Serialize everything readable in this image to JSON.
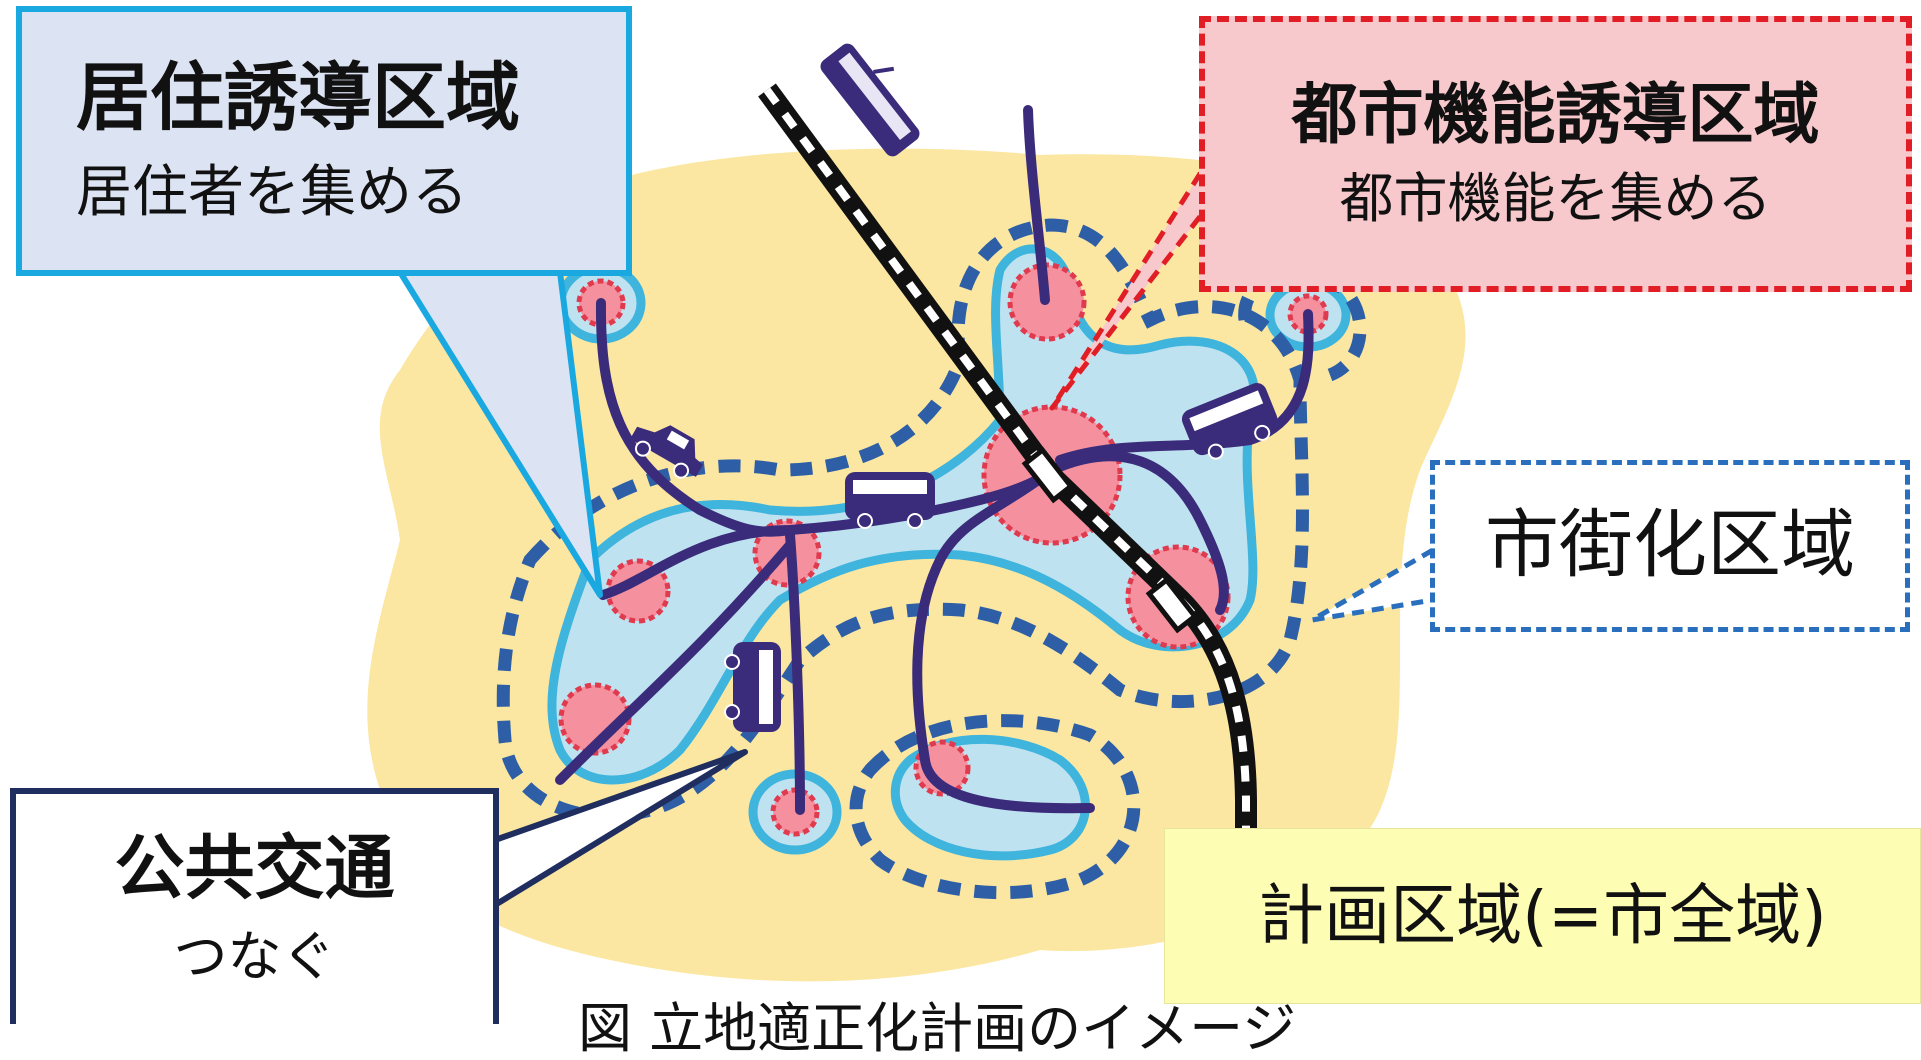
{
  "callouts": {
    "residential": {
      "title": "居住誘導区域",
      "subtitle": "居住者を集める"
    },
    "urban_function": {
      "title": "都市機能誘導区域",
      "subtitle": "都市機能を集める"
    },
    "urbanization": {
      "title": "市街化区域"
    },
    "public_transport": {
      "title": "公共交通",
      "subtitle": "つなぐ"
    },
    "planning": {
      "title": "計画区域(=市全域)"
    }
  },
  "caption": "図 立地適正化計画のイメージ",
  "colors": {
    "planning_area": "#fbe7a1",
    "urbanization_dash": "#2e5fa6",
    "residential_fill": "#bfe2f0",
    "residential_edge": "#3fb4dc",
    "urban_hub": "#f5919f",
    "hub_dash": "#e03a4e",
    "route": "#3a2c7a",
    "railway": "#111111"
  },
  "icons": [
    "tram-icon",
    "bus-icon",
    "car-icon",
    "railway-icon"
  ]
}
